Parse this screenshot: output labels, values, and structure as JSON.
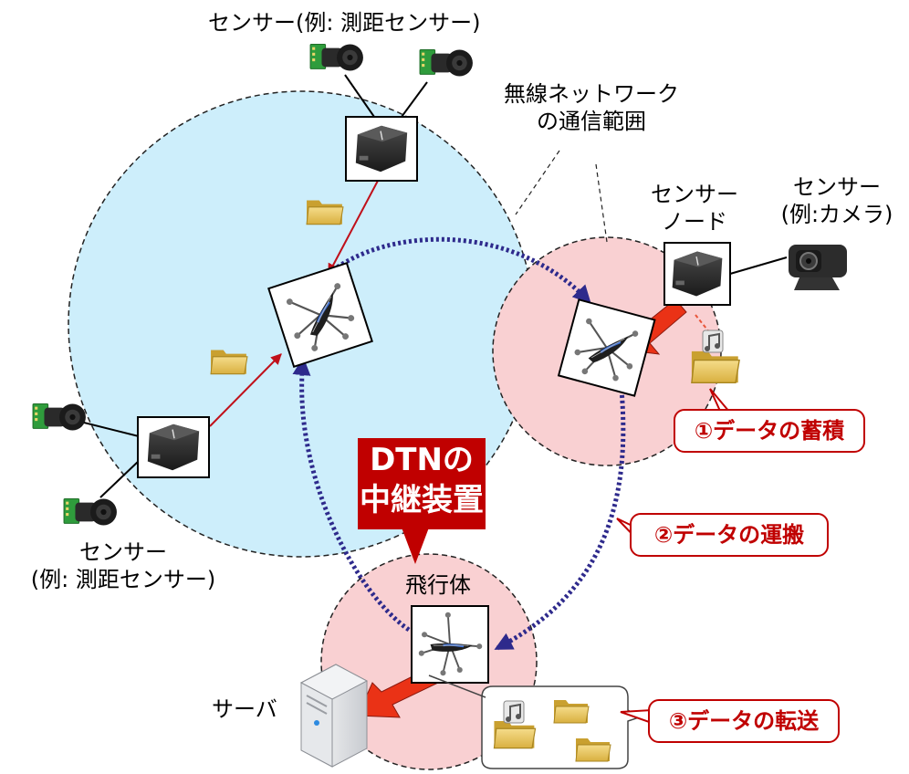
{
  "labels": {
    "sensor_top": "センサー(例: 測距センサー)",
    "network_range_line1": "無線ネットワーク",
    "network_range_line2": "の通信範囲",
    "sensor_node_line1": "センサー",
    "sensor_node_line2": "ノード",
    "sensor_camera_line1": "センサー",
    "sensor_camera_line2": "(例:カメラ)",
    "sensor_left_line1": "センサー",
    "sensor_left_line2": "(例: 測距センサー)",
    "flying_body": "飛行体",
    "server": "サーバ"
  },
  "dtn_banner": {
    "line1": "DTNの",
    "line2": "中継装置"
  },
  "steps": [
    {
      "label": "①データの蓄積"
    },
    {
      "label": "②データの運搬"
    },
    {
      "label": "③データの転送"
    }
  ],
  "colors": {
    "accent_red": "#c00000",
    "arrow_red": "#c0101a",
    "path_purple": "#2e2a8c",
    "network_blue": "#cdeefb",
    "range_pink": "#f9d0d2"
  },
  "icons": [
    "rangefinder-sensor-icon",
    "sensor-node-box-icon",
    "drone-icon",
    "camera-icon",
    "server-icon",
    "folder-icon",
    "music-file-icon"
  ]
}
